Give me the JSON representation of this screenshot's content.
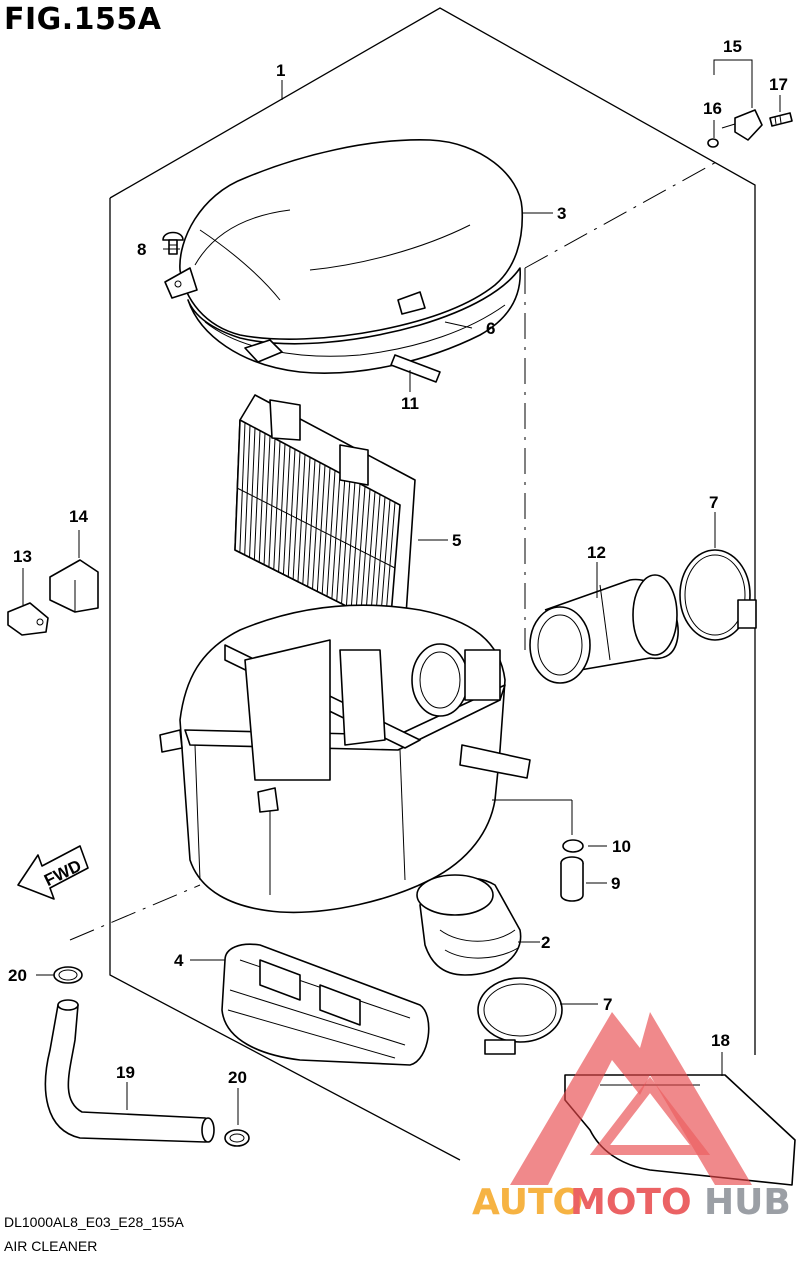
{
  "figure": {
    "title": "FIG.155A",
    "code": "DL1000AL8_E03_E28_155A",
    "name": "AIR CLEANER",
    "direction_mark": "FWD"
  },
  "callouts": [
    {
      "id": "c1",
      "label": "1"
    },
    {
      "id": "c2",
      "label": "2"
    },
    {
      "id": "c3",
      "label": "3"
    },
    {
      "id": "c4",
      "label": "4"
    },
    {
      "id": "c5",
      "label": "5"
    },
    {
      "id": "c6",
      "label": "6"
    },
    {
      "id": "c7a",
      "label": "7"
    },
    {
      "id": "c7b",
      "label": "7"
    },
    {
      "id": "c8",
      "label": "8"
    },
    {
      "id": "c9",
      "label": "9"
    },
    {
      "id": "c10",
      "label": "10"
    },
    {
      "id": "c11",
      "label": "11"
    },
    {
      "id": "c12",
      "label": "12"
    },
    {
      "id": "c13",
      "label": "13"
    },
    {
      "id": "c14",
      "label": "14"
    },
    {
      "id": "c15",
      "label": "15"
    },
    {
      "id": "c16",
      "label": "16"
    },
    {
      "id": "c17",
      "label": "17"
    },
    {
      "id": "c18",
      "label": "18"
    },
    {
      "id": "c19",
      "label": "19"
    },
    {
      "id": "c20a",
      "label": "20"
    },
    {
      "id": "c20b",
      "label": "20"
    }
  ],
  "watermark": {
    "part1": "AUTO",
    "part2": "MOTO",
    "part3": "HUB",
    "colors": {
      "red": "#e8474a",
      "orange": "#f5a623",
      "gray": "#8a8f96"
    }
  }
}
